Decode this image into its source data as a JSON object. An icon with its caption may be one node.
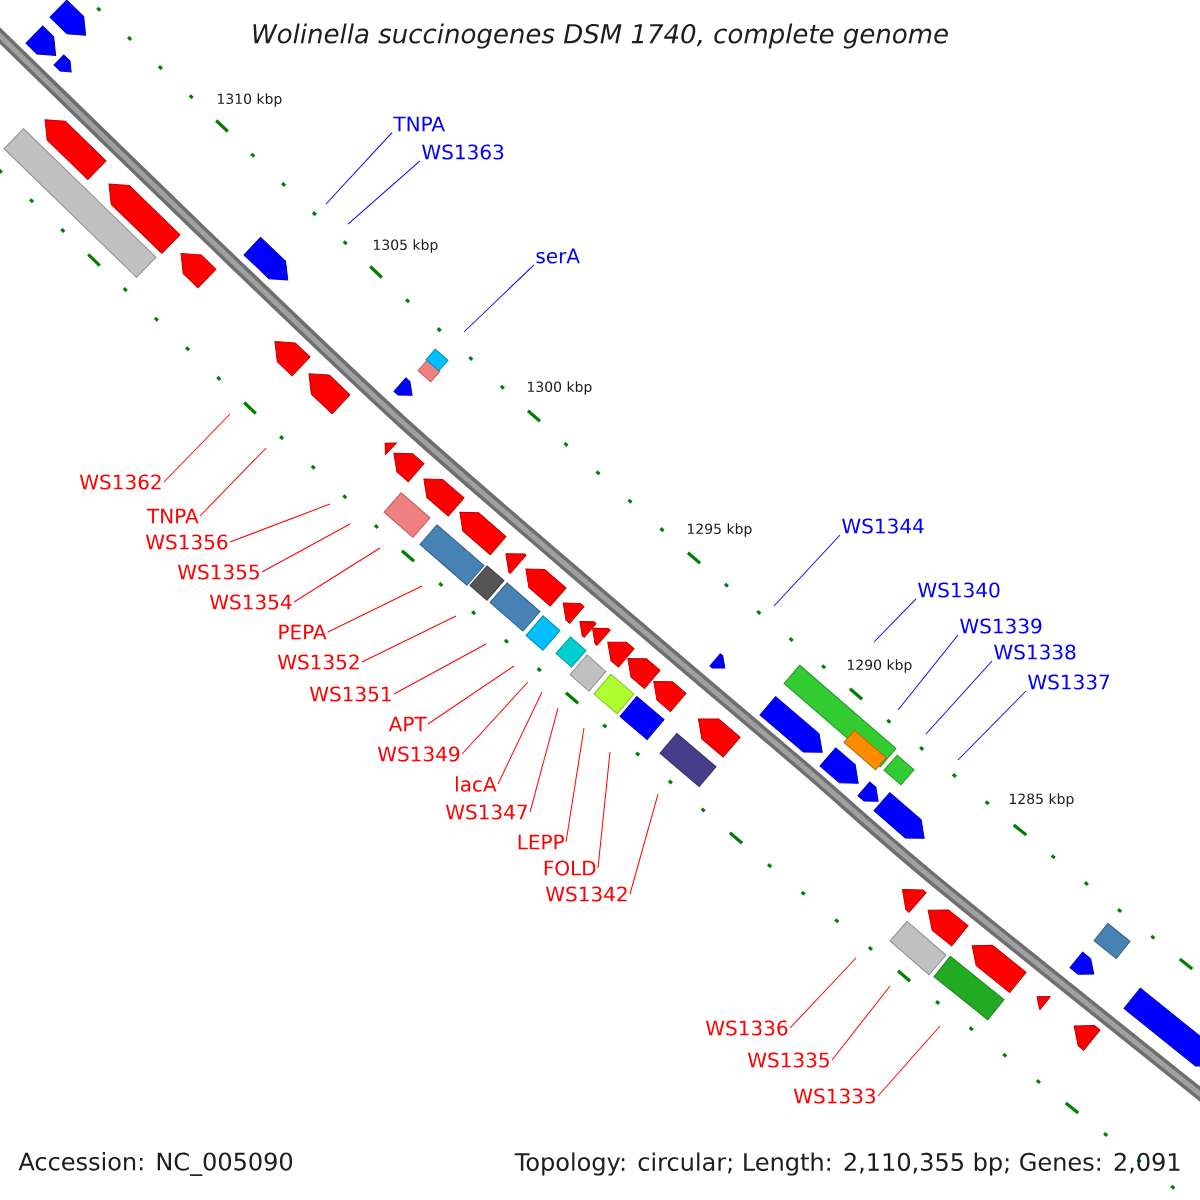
{
  "diagram": {
    "title": "Wolinella succinogenes DSM 1740, complete genome",
    "nodes": [
      {
        "text": [
          "TNPA"
        ]
      },
      {
        "text": [
          "WS1363"
        ]
      },
      {
        "text": [
          "serA"
        ]
      },
      {
        "text": [
          "WS1362"
        ]
      },
      {
        "text": [
          "TNPA"
        ]
      },
      {
        "text": [
          "WS1356"
        ]
      },
      {
        "text": [
          "WS1344"
        ]
      },
      {
        "text": [
          "WS1355"
        ]
      },
      {
        "text": [
          "WS1354"
        ]
      },
      {
        "text": [
          "WS1340"
        ]
      },
      {
        "text": [
          "WS1339"
        ]
      },
      {
        "text": [
          "PEPA"
        ]
      },
      {
        "text": [
          "WS1338"
        ]
      },
      {
        "text": [
          "WS1352"
        ]
      },
      {
        "text": [
          "WS1337"
        ]
      },
      {
        "text": [
          "WS1351"
        ]
      },
      {
        "text": [
          "APT"
        ]
      },
      {
        "text": [
          "WS1349"
        ]
      },
      {
        "text": [
          "lacA"
        ]
      },
      {
        "text": [
          "WS1347"
        ]
      },
      {
        "text": [
          "LEPP"
        ]
      },
      {
        "text": [
          "FOLD"
        ]
      },
      {
        "text": [
          "WS1342"
        ]
      },
      {
        "text": [
          "WS1336"
        ]
      },
      {
        "text": [
          "WS1335"
        ]
      },
      {
        "text": [
          "WS1333"
        ]
      }
    ],
    "edges": [
      {
        "from": 0,
        "to": null,
        "arrow": "none",
        "color": "#0000ff"
      },
      {
        "from": 1,
        "to": null,
        "arrow": "none",
        "color": "#0000ff"
      },
      {
        "from": 2,
        "to": null,
        "arrow": "none",
        "color": "#0000ff"
      },
      {
        "from": 3,
        "to": null,
        "arrow": "none"
      },
      {
        "from": 4,
        "to": null,
        "arrow": "none"
      },
      {
        "from": 5,
        "to": null,
        "arrow": "none"
      },
      {
        "from": 6,
        "to": null,
        "arrow": "none",
        "color": "#0000ff"
      },
      {
        "from": 7,
        "to": null,
        "arrow": "none"
      },
      {
        "from": 8,
        "to": null,
        "arrow": "none"
      },
      {
        "from": 9,
        "to": null,
        "arrow": "none",
        "color": "#0000ff"
      },
      {
        "from": 10,
        "to": null,
        "arrow": "none",
        "color": "#0000ff"
      },
      {
        "from": 11,
        "to": null,
        "arrow": "none"
      },
      {
        "from": 12,
        "to": null,
        "arrow": "none",
        "color": "#0000ff"
      },
      {
        "from": 13,
        "to": null,
        "arrow": "none"
      },
      {
        "from": 14,
        "to": null,
        "arrow": "none",
        "color": "#0000ff"
      },
      {
        "from": 15,
        "to": null,
        "arrow": "none"
      },
      {
        "from": 16,
        "to": null,
        "arrow": "none"
      },
      {
        "from": 17,
        "to": null,
        "arrow": "none"
      },
      {
        "from": 18,
        "to": null,
        "arrow": "none"
      },
      {
        "from": 19,
        "to": null,
        "arrow": "none"
      },
      {
        "from": 20,
        "to": null,
        "arrow": "none"
      },
      {
        "from": 21,
        "to": null,
        "arrow": "none"
      },
      {
        "from": 22,
        "to": null,
        "arrow": "none"
      },
      {
        "from": 23,
        "to": null,
        "arrow": "none"
      },
      {
        "from": 24,
        "to": null,
        "arrow": "none"
      },
      {
        "from": 25,
        "to": null,
        "arrow": "none"
      }
    ],
    "labels": [
      "1310 kbp",
      "1305 kbp",
      "1300 kbp",
      "1295 kbp",
      "1290 kbp",
      "1285 kbp",
      "Accession: NC_005090",
      "Topology: circular; Length: 2,110,355 bp; Genes: 2,091"
    ]
  }
}
